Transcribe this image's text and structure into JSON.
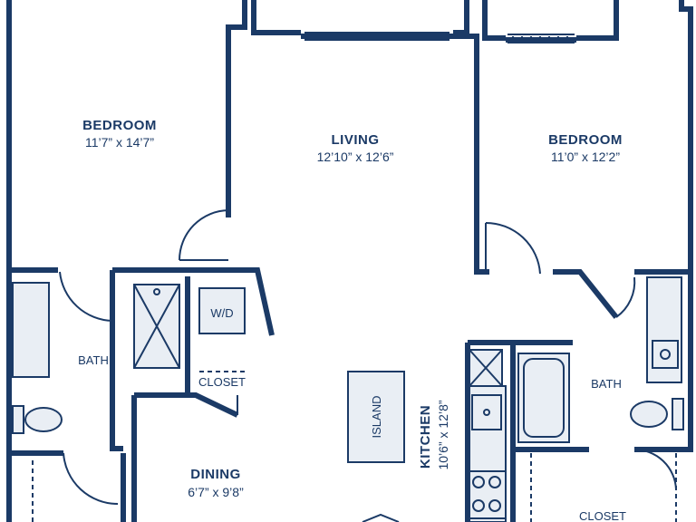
{
  "rooms": {
    "bedroom_left": {
      "name": "BEDROOM",
      "dims": "11’7” x 14’7”"
    },
    "living": {
      "name": "LIVING",
      "dims": "12’10” x 12’6”"
    },
    "bedroom_right": {
      "name": "BEDROOM",
      "dims": "11’0” x 12’2”"
    },
    "bath_left": {
      "name": "BATH"
    },
    "bath_right": {
      "name": "BATH"
    },
    "wd": {
      "name": "W/D"
    },
    "closet_small": {
      "name": "CLOSET"
    },
    "island": {
      "name": "ISLAND"
    },
    "kitchen": {
      "name": "KITCHEN",
      "dims": "10’6” x 12’8”"
    },
    "dining": {
      "name": "DINING",
      "dims": "6’7” x 9’8”"
    },
    "closet_bottom": {
      "name": "CLOSET"
    }
  },
  "colors": {
    "wall": "#1b3a66",
    "fixture_fill": "#e9eef4",
    "background": "#ffffff"
  }
}
